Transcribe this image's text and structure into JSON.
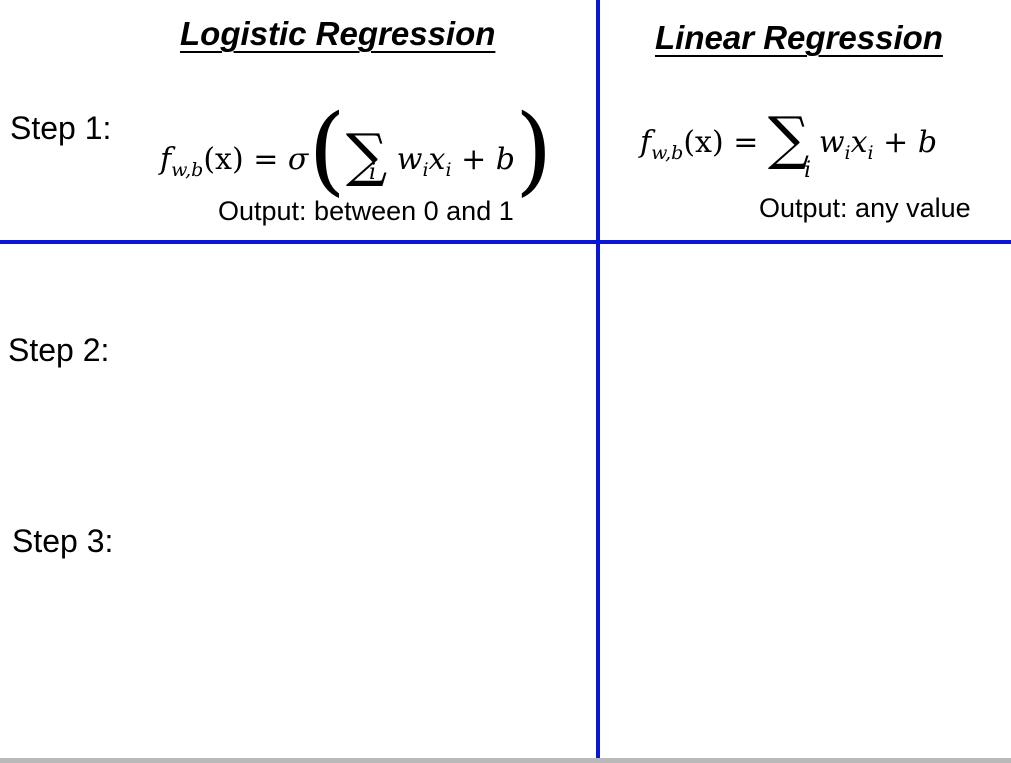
{
  "left_column": {
    "title": "Logistic Regression",
    "output_note": "Output: between 0 and 1"
  },
  "right_column": {
    "title": "Linear Regression",
    "output_note": "Output: any value"
  },
  "steps": {
    "step1": "Step 1:",
    "step2": "Step 2:",
    "step3": "Step 3:"
  },
  "formulas": {
    "f": "f",
    "sub_wb": "w,b",
    "x_arg": "(x)",
    "equals": "=",
    "sigma_fn": "σ",
    "sum_symbol": "∑",
    "sum_index": "i",
    "w": "w",
    "x": "x",
    "i_sub": "i",
    "plus_b": "+ b",
    "paren_open": "(",
    "paren_close": ")"
  },
  "colors": {
    "grid_lines": "#0a18d6",
    "bottom_bar": "#b9b9b9"
  }
}
